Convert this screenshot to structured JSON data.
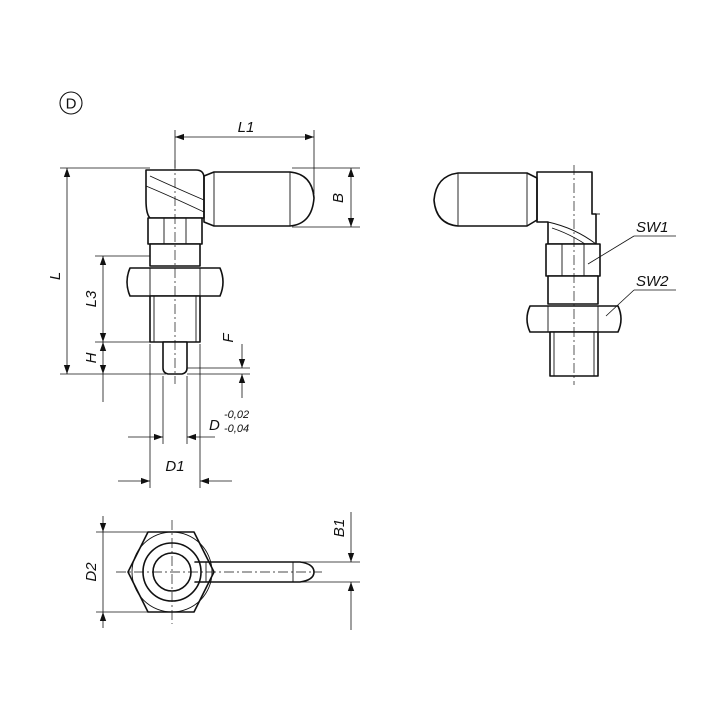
{
  "variant_marker": "D",
  "labels": {
    "L1": "L1",
    "B": "B",
    "L": "L",
    "L3": "L3",
    "H": "H",
    "F": "F",
    "D": "D",
    "D_tol_upper": "-0,02",
    "D_tol_lower": "-0,04",
    "D1": "D1",
    "SW1": "SW1",
    "SW2": "SW2",
    "B1": "B1",
    "D2": "D2"
  }
}
